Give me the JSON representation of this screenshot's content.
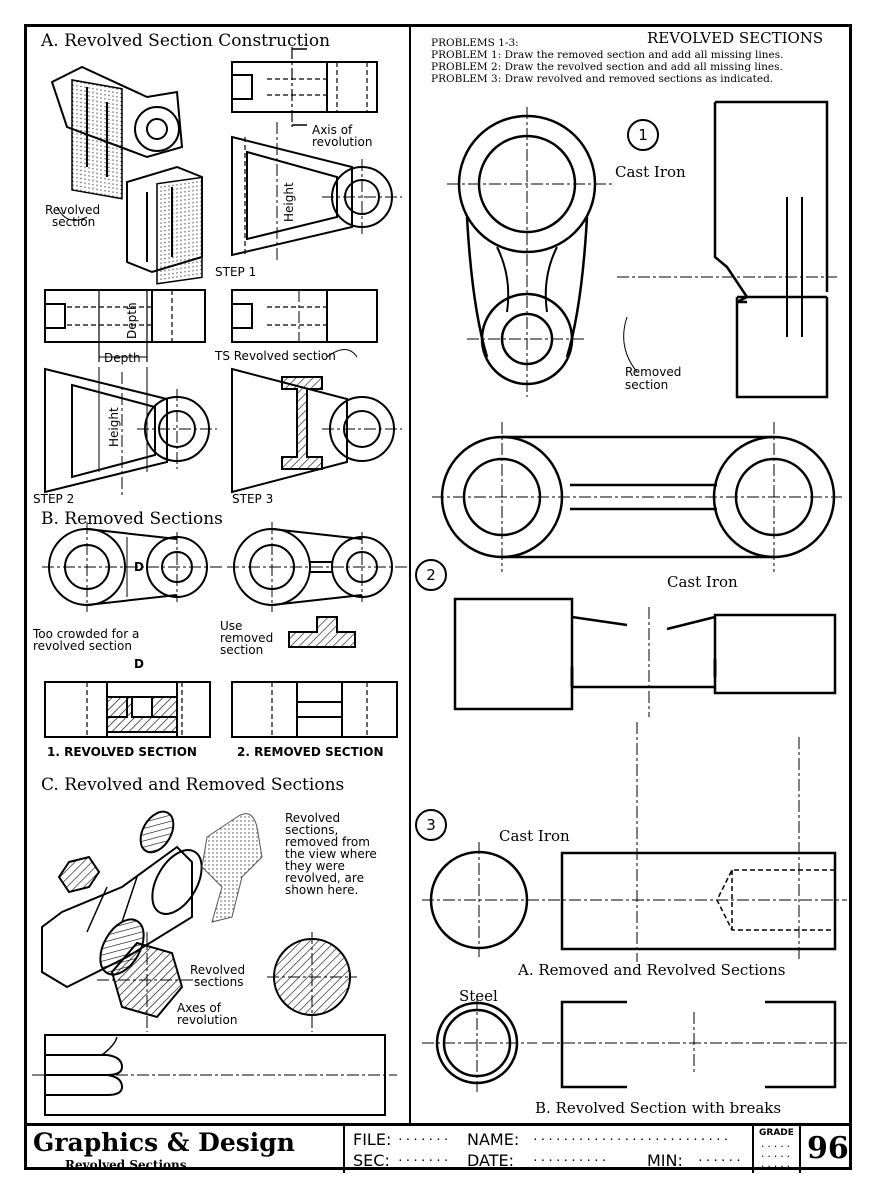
{
  "sectionA": {
    "title": "A. Revolved Section Construction",
    "axis_label_1": "Axis of",
    "axis_label_2": "revolution",
    "height_label": "Height",
    "depth_label": "Depth",
    "revolved_section_label_1": "Revolved",
    "revolved_section_label_2": "section",
    "step1": "STEP 1",
    "step2": "STEP 2",
    "step3": "STEP 3",
    "ts_label": "TS Revolved section"
  },
  "sectionB": {
    "title": "B. Removed Sections",
    "d_label": "D",
    "crowded_1": "Too crowded for a",
    "crowded_2": "revolved section",
    "use_1": "Use",
    "use_2": "removed",
    "use_3": "section",
    "caption_1": "1. REVOLVED SECTION",
    "caption_2": "2. REMOVED SECTION"
  },
  "sectionC": {
    "title": "C. Revolved and Removed Sections",
    "note_1": "Revolved",
    "note_2": "sections,",
    "note_3": "removed from",
    "note_4": "the view where",
    "note_5": "they were",
    "note_6": "revolved, are",
    "note_7": "shown here.",
    "revolved_sections_1": "Revolved",
    "revolved_sections_2": "sections",
    "axes_1": "Axes of",
    "axes_2": "revolution"
  },
  "problems": {
    "header_left": "PROBLEMS 1-3:",
    "header_right": "REVOLVED SECTIONS",
    "p1": "PROBLEM 1: Draw the removed section and add all missing lines.",
    "p2": "PROBLEM 2: Draw the revolved section and add all missing lines.",
    "p3": "PROBLEM 3: Draw revolved and removed sections as indicated.",
    "num1": "1",
    "num2": "2",
    "num3": "3",
    "material1": "Cast Iron",
    "removed_1": "Removed",
    "removed_2": "section",
    "material2": "Cast Iron",
    "material3": "Cast Iron",
    "caption3a": "A. Removed and Revolved Sections",
    "material4": "Steel",
    "caption3b": "B. Revolved Section with breaks"
  },
  "title_block": {
    "title": "Graphics & Design",
    "subtitle": "Revolved Sections",
    "file_label": "FILE:",
    "name_label": "NAME:",
    "sec_label": "SEC:",
    "date_label": "DATE:",
    "min_label": "MIN:",
    "grade_label": "GRADE",
    "page_number": "96"
  }
}
